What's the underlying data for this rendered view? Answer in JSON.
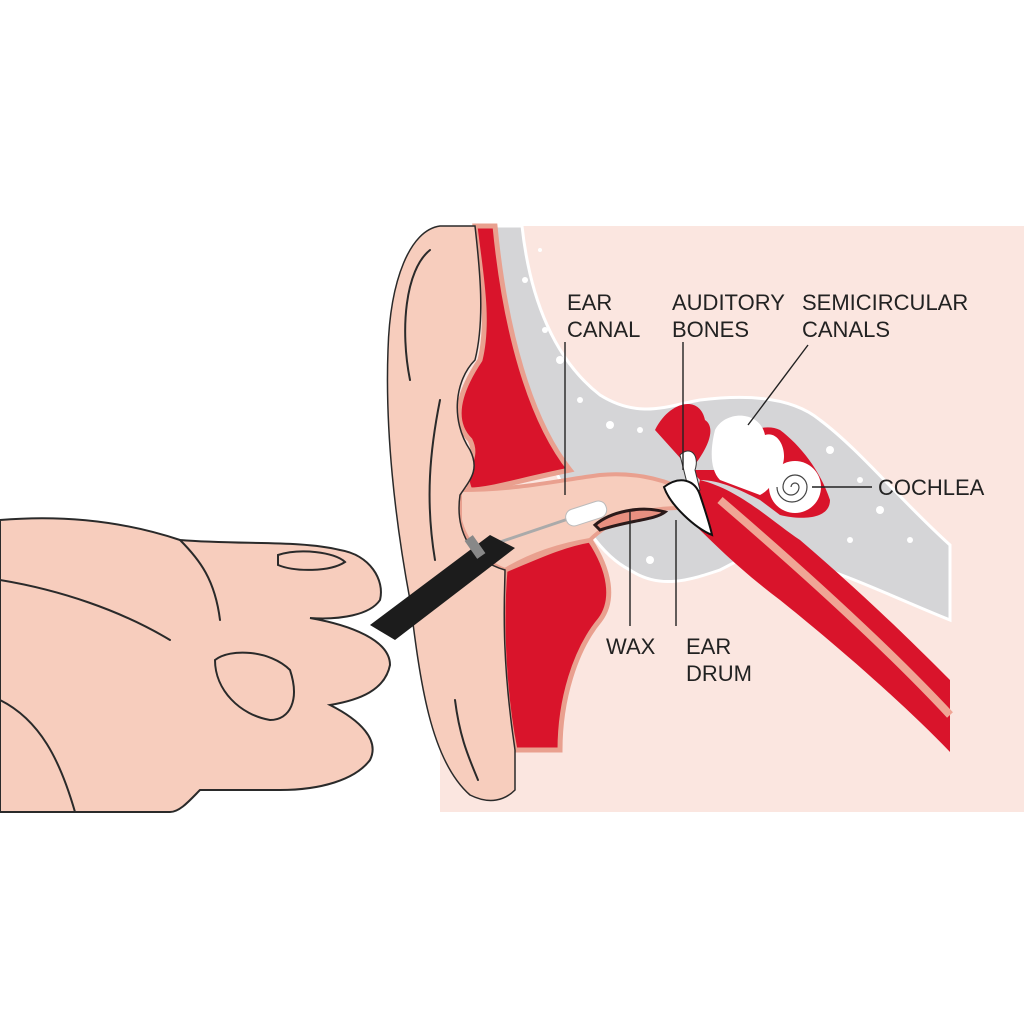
{
  "diagram": {
    "title": "Ear anatomy with ear-cleaning camera",
    "labels": {
      "ear_canal": [
        "EAR",
        "CANAL"
      ],
      "auditory_bones": [
        "AUDITORY",
        "BONES"
      ],
      "semicircular_canals": [
        "SEMICIRCULAR",
        "CANALS"
      ],
      "cochlea": [
        "COCHLEA"
      ],
      "wax": [
        "WAX"
      ],
      "ear_drum": [
        "EAR",
        "DRUM"
      ]
    },
    "colors": {
      "background_panel": "#fbe6e0",
      "tissue_red": "#d9142b",
      "skin": "#f7cdbd",
      "bone_gray": "#d5d5d7",
      "inner_white": "#ffffff",
      "tool_black": "#1c1c1c"
    }
  }
}
